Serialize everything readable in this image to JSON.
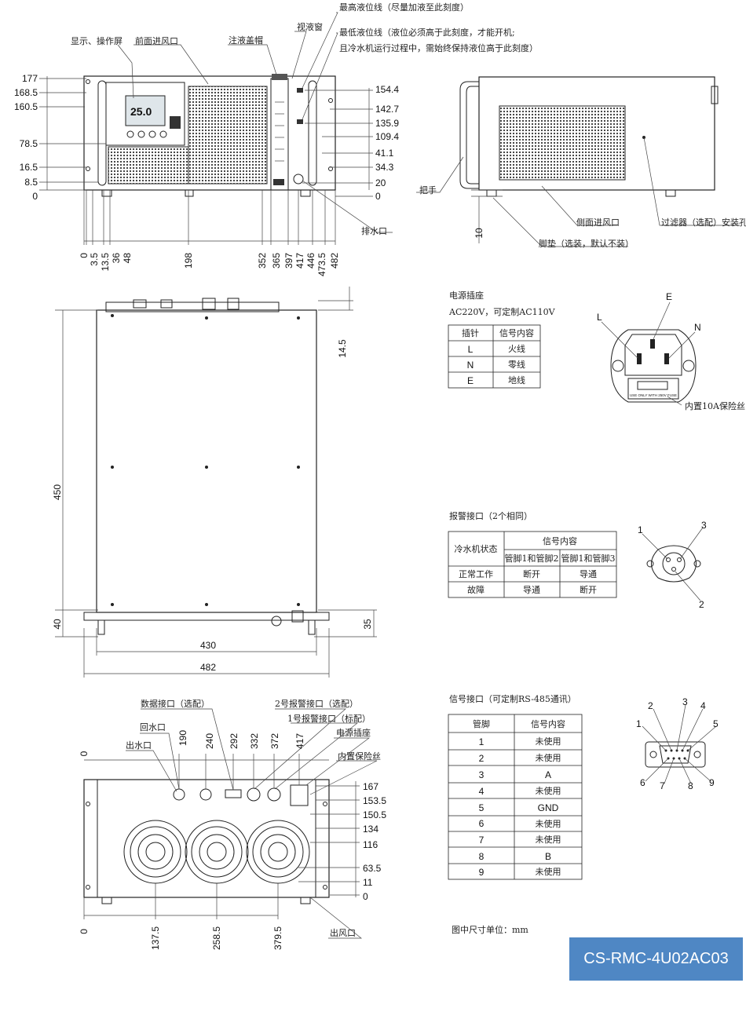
{
  "front_view": {
    "callouts": [
      "显示、操作屏",
      "前面进风口",
      "注液盖帽",
      "视液窗",
      "最高液位线（尽量加液至此刻度）",
      "最低液位线（液位必须高于此刻度，才能开机;",
      "且冷水机运行过程中，需始终保持液位高于此刻度）",
      "排水口"
    ],
    "display_reading": "25.0",
    "left_dims": [
      "177",
      "168.5",
      "160.5",
      "78.5",
      "16.5",
      "8.5",
      "0"
    ],
    "right_dims": [
      "154.4",
      "142.7",
      "135.9",
      "109.4",
      "41.1",
      "34.3",
      "20",
      "0"
    ],
    "bottom_dims": [
      "0",
      "3.5",
      "13.5",
      "36",
      "48",
      "198",
      "352",
      "365",
      "397",
      "417",
      "446",
      "473.5",
      "482"
    ]
  },
  "side_view": {
    "callouts": [
      "把手",
      "侧面进风口",
      "过滤器（选配）安装孔",
      "脚垫（选装，默认不装）"
    ],
    "dim": "10"
  },
  "top_view": {
    "dims": [
      "14.5",
      "450",
      "40",
      "35",
      "430",
      "482"
    ]
  },
  "rear_view": {
    "callouts": [
      "数据接口（选配）",
      "2号报警接口（选配）",
      "1号报警接口（标配）",
      "电源插座",
      "回水口",
      "出水口",
      "内置保险丝",
      "出风口"
    ],
    "top_dims": [
      "190",
      "240",
      "292",
      "332",
      "372",
      "417"
    ],
    "right_dims": [
      "167",
      "153.5",
      "150.5",
      "134",
      "116",
      "63.5",
      "11",
      "0"
    ],
    "left_zero": "0",
    "bottom_dims": [
      "0",
      "137.5",
      "258.5",
      "379.5"
    ]
  },
  "power_socket": {
    "title": "电源插座",
    "subtitle": "AC220V，可定制AC110V",
    "headers": [
      "插针",
      "信号内容"
    ],
    "rows": [
      [
        "L",
        "火线"
      ],
      [
        "N",
        "零线"
      ],
      [
        "E",
        "地线"
      ]
    ],
    "pin_labels": [
      "L",
      "E",
      "N"
    ],
    "fuse_label": "内置10A保险丝",
    "fuse_text": "USE ONLY WITH 250V FUSE"
  },
  "alarm_port": {
    "title": "报警接口（2个相同）",
    "header_state": "冷水机状态",
    "header_signal": "信号内容",
    "sub_headers": [
      "管脚1和管脚2",
      "管脚1和管脚3"
    ],
    "rows": [
      [
        "正常工作",
        "断开",
        "导通"
      ],
      [
        "故障",
        "导通",
        "断开"
      ]
    ],
    "pin_labels": [
      "1",
      "3",
      "2"
    ]
  },
  "signal_port": {
    "title": "信号接口（可定制RS-485通讯）",
    "headers": [
      "管脚",
      "信号内容"
    ],
    "rows": [
      [
        "1",
        "未使用"
      ],
      [
        "2",
        "未使用"
      ],
      [
        "3",
        "A"
      ],
      [
        "4",
        "未使用"
      ],
      [
        "5",
        "GND"
      ],
      [
        "6",
        "未使用"
      ],
      [
        "7",
        "未使用"
      ],
      [
        "8",
        "B"
      ],
      [
        "9",
        "未使用"
      ]
    ],
    "pin_labels": [
      "1",
      "2",
      "3",
      "4",
      "5",
      "6",
      "7",
      "8",
      "9"
    ]
  },
  "unit_note": "图中尺寸单位：mm",
  "model": "CS-RMC-4U02AC03",
  "colors": {
    "model_bg": "#4f87c4",
    "line": "#222222"
  }
}
